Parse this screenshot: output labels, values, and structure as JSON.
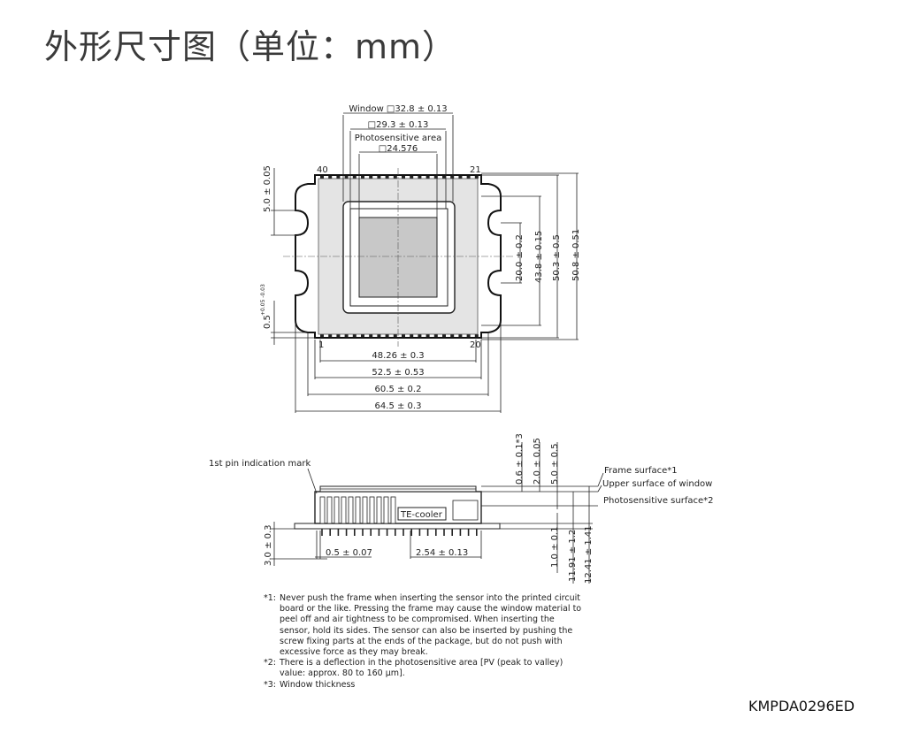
{
  "title": "外形尺寸图（单位：mm）",
  "top_view": {
    "window": "Window □32.8 ± 0.13",
    "inner": "□29.3 ± 0.13",
    "photosensitive_label": "Photosensitive area",
    "photosensitive_size": "□24.576",
    "pin_40": "40",
    "pin_21": "21",
    "pin_1": "1",
    "pin_20": "20",
    "dim_left_top": "5.0 ± 0.05",
    "dim_left_bottom": "0.5",
    "dim_left_bottom_tol": "+0.05 -0.03",
    "dim_20": "20.0 ± 0.2",
    "dim_43": "43.8 ± 0.15",
    "dim_50_3": "50.3 ± 0.5",
    "dim_50_8": "50.8 ± 0.51",
    "dim_48": "48.26 ± 0.3",
    "dim_52": "52.5 ± 0.53",
    "dim_60": "60.5 ± 0.2",
    "dim_64": "64.5 ± 0.3"
  },
  "side_view": {
    "pin_mark": "1st pin indication mark",
    "te_cooler": "TE-cooler",
    "dim_06": "0.6 ± 0.1*3",
    "dim_20": "2.0 ± 0.05",
    "dim_50": "5.0 ± 0.5",
    "frame_surface": "Frame surface*1",
    "upper_surface": "Upper surface of window",
    "photosensitive_surface": "Photosensitive surface*2",
    "dim_30": "3.0 ± 0.3",
    "dim_05": "0.5 ± 0.07",
    "dim_254": "2.54 ± 0.13",
    "dim_10": "1.0 ± 0.1",
    "dim_1191": "11.91 ± 1.2",
    "dim_1241": "12.41 ± 1.41"
  },
  "notes": [
    {
      "mark": "*1:",
      "text": "Never push the frame when inserting the sensor into the printed circuit board or the like. Pressing the frame may cause the window material to peel off and air tightness to be compromised. When inserting the sensor, hold its sides. The sensor can also be inserted by pushing the screw fixing parts at the ends of the package, but do not push with excessive force as they may break."
    },
    {
      "mark": "*2:",
      "text": "There is a deflection in the photosensitive area [PV (peak to valley) value: approx. 80 to 160 μm]."
    },
    {
      "mark": "*3:",
      "text": "Window thickness"
    }
  ],
  "drawing_code": "KMPDA0296ED"
}
